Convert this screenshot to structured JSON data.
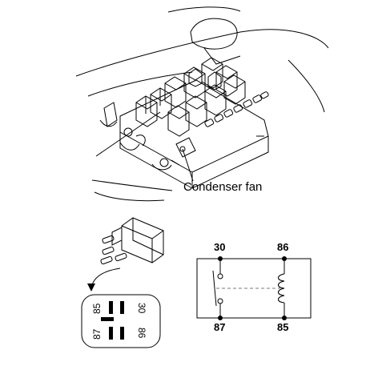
{
  "callout": {
    "condenser_fan": "Condenser fan"
  },
  "pin_face": {
    "p85": "85",
    "p30": "30",
    "p87": "87",
    "p86": "86"
  },
  "schematic": {
    "t30": "30",
    "t86": "86",
    "t87": "87",
    "t85": "85"
  },
  "colors": {
    "ink": "#000000",
    "paper": "#ffffff",
    "dashed": "#7a7a7a"
  }
}
